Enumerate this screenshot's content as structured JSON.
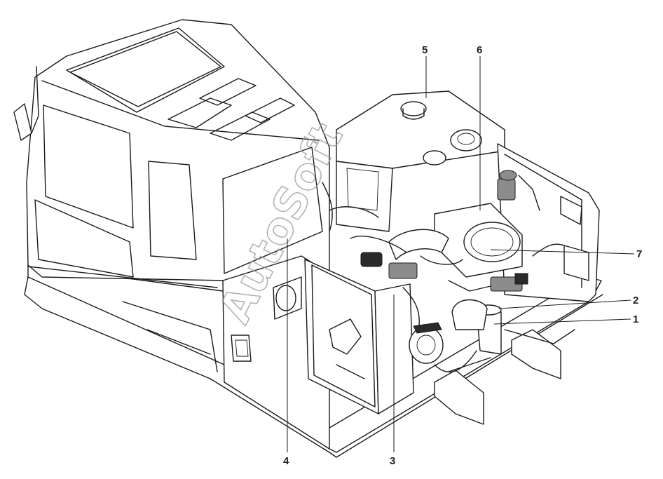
{
  "figure": {
    "callouts": [
      {
        "id": "c1",
        "label": "1"
      },
      {
        "id": "c2",
        "label": "2"
      },
      {
        "id": "c3",
        "label": "3"
      },
      {
        "id": "c4",
        "label": "4"
      },
      {
        "id": "c5",
        "label": "5"
      },
      {
        "id": "c6",
        "label": "6"
      },
      {
        "id": "c7",
        "label": "7"
      }
    ],
    "watermark": "AutoSoft"
  }
}
